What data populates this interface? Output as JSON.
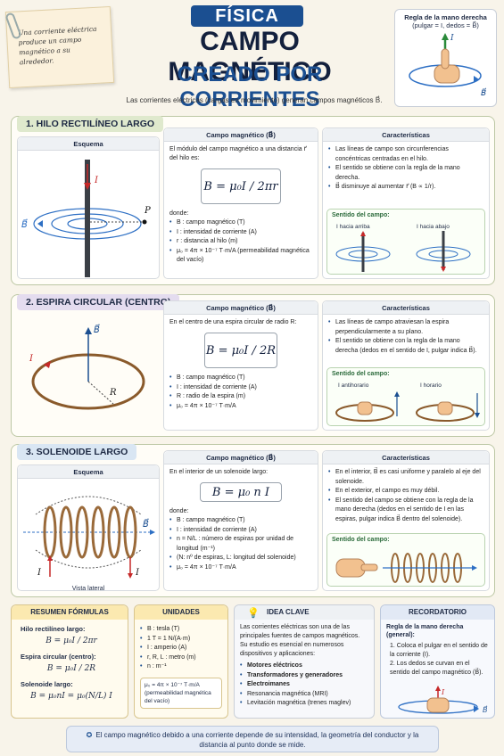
{
  "note": {
    "text": "Una corriente eléctrica produce un campo magnético a su alrededor."
  },
  "header": {
    "subject": "FÍSICA",
    "title1": "CAMPO MAGNÉTICO",
    "title2": "CREADO POR CORRIENTES",
    "intro": "Las corrientes eléctricas (cargas en movimiento) generan campos magnéticos B⃗."
  },
  "right_hand": {
    "title": "Regla de la mano derecha",
    "subtitle": "(pulgar = I, dedos = B⃗)",
    "label_i": "I",
    "label_b": "B⃗"
  },
  "sec1": {
    "title": "1.  HILO RECTILÍNEO LARGO",
    "scheme_header": "Esquema",
    "label_i": "I",
    "label_b": "B⃗",
    "label_p": "P",
    "field_header": "Campo magnético (B⃗)",
    "field_intro": "El módulo del campo magnético a una distancia r⃗ del hilo es:",
    "formula": "B = μ₀I / 2πr",
    "where": "donde:",
    "defs": [
      "B : campo magnético (T)",
      "I : intensidad de corriente (A)",
      "r : distancia al hilo (m)",
      "μ₀ = 4π × 10⁻⁷ T·m/A (permeabilidad magnética del vacío)"
    ],
    "char_header": "Características",
    "chars": [
      "Las líneas de campo son circunferencias concéntricas centradas en el hilo.",
      "El sentido se obtiene con la regla de la mano derecha.",
      "B⃗ disminuye al aumentar r⃗  (B ∝ 1/r)."
    ],
    "sense_title": "Sentido del campo:",
    "sense_up": "I hacia arriba",
    "sense_down": "I hacia abajo"
  },
  "sec2": {
    "title": "2.  ESPIRA CIRCULAR (CENTRO)",
    "label_b": "B⃗",
    "label_i": "I",
    "label_r": "R",
    "field_header": "Campo magnético (B⃗)",
    "field_intro": "En el centro de una espira circular de radio R:",
    "formula": "B = μ₀I / 2R",
    "defs": [
      "B : campo magnético (T)",
      "I : intensidad de corriente (A)",
      "R : radio de la espira (m)",
      "μ₀ = 4π × 10⁻⁷ T·m/A"
    ],
    "char_header": "Características",
    "chars": [
      "Las líneas de campo atraviesan la espira perpendicularmente a su plano.",
      "El sentido se obtiene con la regla de la mano derecha (dedos en el sentido de I, pulgar indica B⃗)."
    ],
    "sense_title": "Sentido del campo:",
    "sense_a": "I antihorario",
    "sense_b": "I horario"
  },
  "sec3": {
    "title": "3.  SOLENOIDE LARGO",
    "scheme_header": "Esquema",
    "label_i": "I",
    "label_b": "B⃗",
    "caption": "Vista lateral",
    "field_header": "Campo magnético (B⃗)",
    "field_intro": "En el interior de un solenoide largo:",
    "formula": "B = μ₀ n I",
    "where": "donde:",
    "defs": [
      "B : campo magnético (T)",
      "I : intensidad de corriente (A)",
      "n = N/L : número de espiras por unidad de longitud (m⁻¹)",
      "(N: nº de espiras, L: longitud del solenoide)",
      "μ₀ = 4π × 10⁻⁷ T·m/A"
    ],
    "char_header": "Características",
    "chars": [
      "En el interior, B⃗ es casi uniforme y paralelo al eje del solenoide.",
      "En el exterior, el campo es muy débil.",
      "El sentido del campo se obtiene con la regla de la mano derecha (dedos en el sentido de I en las espiras, pulgar indica B⃗ dentro del solenoide)."
    ],
    "sense_title": "Sentido del campo:"
  },
  "summary": {
    "title": "RESUMEN FÓRMULAS",
    "items": [
      {
        "label": "Hilo rectilíneo largo:",
        "formula": "B = μ₀I / 2πr"
      },
      {
        "label": "Espira circular (centro):",
        "formula": "B = μ₀I / 2R"
      },
      {
        "label": "Solenoide largo:",
        "formula": "B = μ₀nI = μ₀(N/L) I"
      }
    ]
  },
  "units": {
    "title": "UNIDADES",
    "items": [
      "B : tesla (T)",
      "1 T = 1 N/(A·m)",
      "I : amperio (A)",
      "r, R, L : metro (m)",
      "n : m⁻¹"
    ],
    "box": "μ₀ = 4π × 10⁻⁷ T·m/A (permeabilidad magnética del vacío)"
  },
  "idea": {
    "title": "IDEA CLAVE",
    "text": "Las corrientes eléctricas son una de las principales fuentes de campos magnéticos. Su estudio es esencial en numerosos dispositivos y aplicaciones:",
    "items": [
      "Motores eléctricos",
      "Transformadores y generadores",
      "Electroimanes",
      "Resonancia magnética (MRI)",
      "Levitación magnética (trenes maglev)"
    ]
  },
  "reminder": {
    "title": "RECORDATORIO",
    "subtitle": "Regla de la mano derecha (general):",
    "items": [
      "1.  Coloca el pulgar en el sentido de la corriente (I).",
      "2.  Los dedos se curvan en el sentido del campo magnético (B⃗)."
    ],
    "label_i": "I",
    "label_b": "B⃗"
  },
  "footer": {
    "text": "El campo magnético debido a una corriente depende de su intensidad, la geometría del conductor y la distancia al punto donde se mide."
  }
}
